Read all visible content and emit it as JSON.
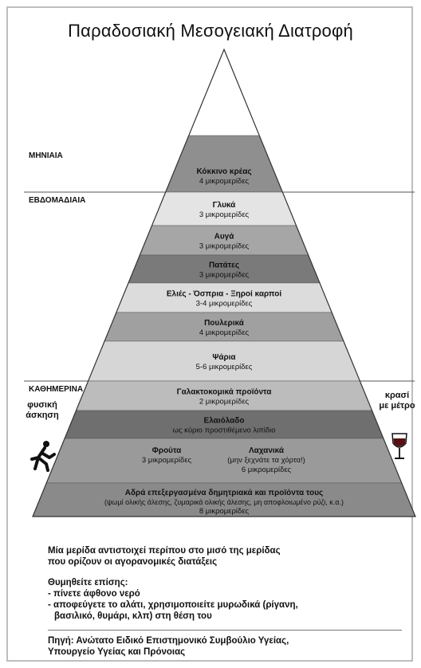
{
  "title": "Παραδοσιακή Μεσογειακή Διατροφή",
  "periods": {
    "monthly": "ΜΗΝΙΑΙΑ",
    "weekly": "ΕΒΔΟΜΑΔΙΑΙΑ",
    "daily": "ΚΑΘΗΜΕΡΙΝΑ"
  },
  "tiers": [
    {
      "name": "Κόκκινο κρέας",
      "sub": "4 μικρομερίδες",
      "fill": "#8f8f8f"
    },
    {
      "name": "Γλυκά",
      "sub": "3 μικρομερίδες",
      "fill": "#e4e4e4"
    },
    {
      "name": "Αυγά",
      "sub": "3 μικρομερίδες",
      "fill": "#a6a6a6"
    },
    {
      "name": "Πατάτες",
      "sub": "3 μικρομερίδες",
      "fill": "#7a7a7a"
    },
    {
      "name": "Ελιές - Όσπρια - Ξηροί καρποί",
      "sub": "3-4 μικρομερίδες",
      "fill": "#dcdcdc"
    },
    {
      "name": "Πουλερικά",
      "sub": "4 μικρομερίδες",
      "fill": "#a0a0a0"
    },
    {
      "name": "Ψάρια",
      "sub": "5-6 μικρομερίδες",
      "fill": "#d6d6d6"
    },
    {
      "name": "Γαλακτοκομικά προϊόντα",
      "sub": "2 μικρομερίδες",
      "fill": "#bcbcbc"
    },
    {
      "name": "Ελαιόλαδο",
      "sub": "ως κύριο προστιθέμενο λιπίδιο",
      "fill": "#6f6f6f"
    },
    {
      "name": "Φρούτα",
      "sub": "3 μικρομερίδες",
      "fill": "#9a9a9a"
    },
    {
      "name": "Λαχανικά",
      "sub": "(μην ξεχνάτε τα χόρτα!)",
      "sub2": "6 μικρομερίδες",
      "fill": "#9a9a9a"
    },
    {
      "name": "Αδρά επεξεργασμένα δημητριακά και προϊόντα τους",
      "sub": "(ψωμί ολικής άλεσης, ζυμαρικά ολικής άλεσης, μη αποφλοιωμένο ρύζι, κ.α.)",
      "sub2": "8 μικρομερίδες",
      "fill": "#8a8a8a"
    }
  ],
  "side": {
    "exercise": [
      "φυσική",
      "άσκηση"
    ],
    "wine": [
      "κρασί",
      "με μέτρο"
    ]
  },
  "icons": {
    "exercise": "running-person-icon",
    "wine": "wine-glass-icon"
  },
  "notes": {
    "serving": [
      "Μία μερίδα αντιστοιχεί περίπου στο μισό της μερίδας",
      "που ορίζουν οι αγορανομικές διατάξεις"
    ],
    "remember_title": "Θυμηθείτε επίσης:",
    "remember": [
      "- πίνετε άφθονο νερό",
      "- αποφεύγετε το αλάτι, χρησιμοποιείτε μυρωδικά (ρίγανη,",
      "  βασιλικό, θυμάρι, κλπ) στη θέση του"
    ],
    "source": [
      "Πηγή: Ανώτατο Ειδικό Επιστημονικό Συμβούλιο Υγείας,",
      "Υπουργείο Υγείας και Πρόνοιας"
    ]
  }
}
